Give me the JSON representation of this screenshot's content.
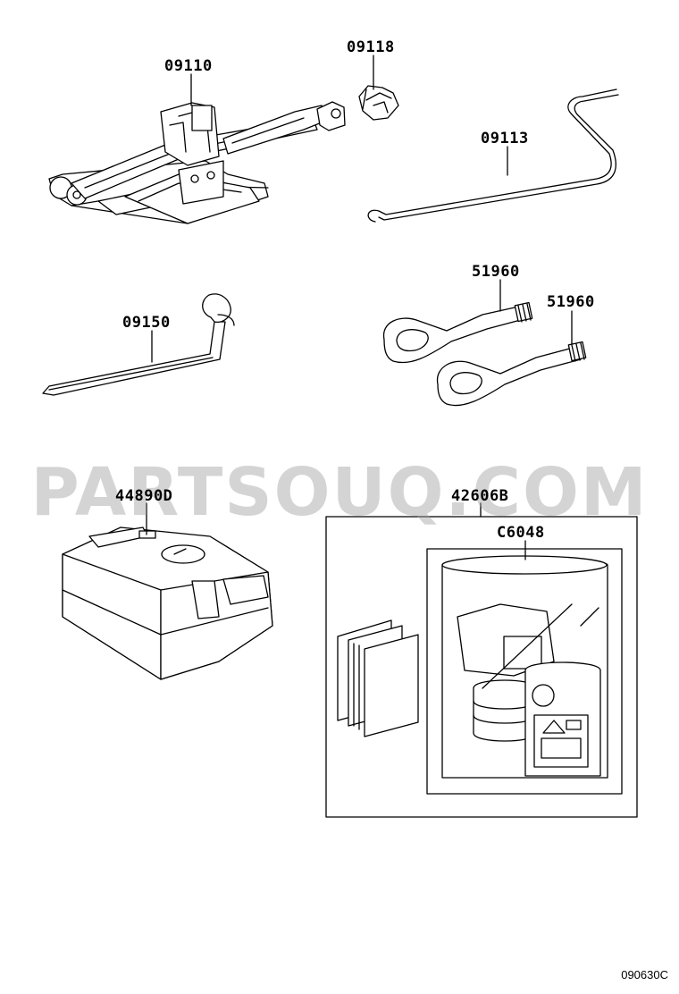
{
  "watermark": "PARTSOUQ.COM",
  "diagram_code": "090630C",
  "callouts": {
    "jack": "09110",
    "jack_handle_end": "09118",
    "jack_handle": "09113",
    "wheel_wrench": "09150",
    "tow_hook_1": "51960",
    "tow_hook_2": "51960",
    "compressor": "44890D",
    "repair_kit": "42606B",
    "sealant": "C6048"
  }
}
